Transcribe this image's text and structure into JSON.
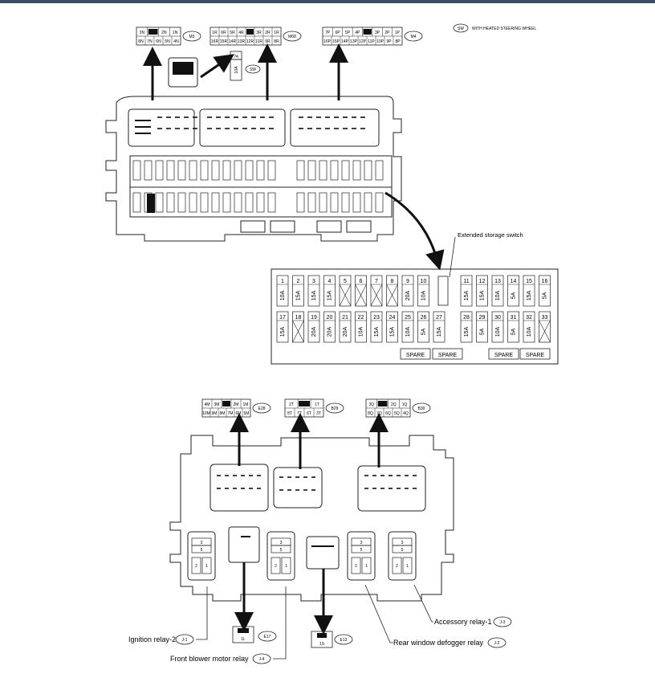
{
  "heated_sw_legend": {
    "code": "SW",
    "text": "WITH HEATED STEERING WHEEL"
  },
  "connectors_top": [
    {
      "id": "M3",
      "row1": [
        "3N",
        "",
        "2N",
        "1N"
      ],
      "row2": [
        "8N",
        "7N",
        "6N",
        "5N",
        "4N"
      ]
    },
    {
      "id": "M68",
      "row1": [
        "1R",
        "6R",
        "5R",
        "4R",
        "",
        "3R",
        "2R",
        "1R"
      ],
      "row2": [
        "16R",
        "15R",
        "14R",
        "13R",
        "12R",
        "11R",
        "9R",
        "8R"
      ]
    },
    {
      "id": "M4",
      "row1": [
        "7P",
        "6P",
        "5P",
        "4P",
        "",
        "3P",
        "2P",
        "1P"
      ],
      "row2": [
        "16P",
        "15P",
        "14P",
        "13P",
        "12P",
        "11P",
        "10P",
        "9P",
        "8P"
      ]
    }
  ],
  "fuse_74": {
    "number": "74",
    "rating": "10A",
    "tag": "SW"
  },
  "extended_storage_label": "Extended storage switch",
  "fuse_panel": {
    "row1": [
      {
        "n": "1",
        "a": "10A"
      },
      {
        "n": "2",
        "a": "15A"
      },
      {
        "n": "3",
        "a": "15A"
      },
      {
        "n": "4",
        "a": "15A"
      },
      {
        "n": "5",
        "a": ""
      },
      {
        "n": "6",
        "a": ""
      },
      {
        "n": "7",
        "a": ""
      },
      {
        "n": "8",
        "a": ""
      },
      {
        "n": "9",
        "a": "20A"
      },
      {
        "n": "10",
        "a": "10A"
      },
      {
        "n": "11",
        "a": "15A"
      },
      {
        "n": "12",
        "a": "15A"
      },
      {
        "n": "13",
        "a": "10A"
      },
      {
        "n": "14",
        "a": "5A"
      },
      {
        "n": "15",
        "a": "15A"
      },
      {
        "n": "16",
        "a": "5A"
      }
    ],
    "row2": [
      {
        "n": "17",
        "a": "15A"
      },
      {
        "n": "18",
        "a": ""
      },
      {
        "n": "19",
        "a": "20A"
      },
      {
        "n": "20",
        "a": "20A"
      },
      {
        "n": "21",
        "a": "20A"
      },
      {
        "n": "22",
        "a": "10A"
      },
      {
        "n": "23",
        "a": "15A"
      },
      {
        "n": "24",
        "a": "15A"
      },
      {
        "n": "25",
        "a": "10A"
      },
      {
        "n": "26",
        "a": "5A"
      },
      {
        "n": "27",
        "a": "15A"
      },
      {
        "n": "28",
        "a": "15A"
      },
      {
        "n": "29",
        "a": "5A"
      },
      {
        "n": "30",
        "a": "10A"
      },
      {
        "n": "31",
        "a": "5A"
      },
      {
        "n": "32",
        "a": "10A"
      },
      {
        "n": "33",
        "a": ""
      }
    ],
    "spare": [
      "SPARE",
      "SPARE",
      "SPARE",
      "SPARE"
    ]
  },
  "connectors_bottom": [
    {
      "id": "E28",
      "row1": [
        "4M",
        "3M",
        "",
        "2M",
        "1M"
      ],
      "row2": [
        "10M",
        "9M",
        "8M",
        "7M",
        "6M",
        "5M"
      ]
    },
    {
      "id": "B29",
      "row1": [
        "2T",
        "",
        "1T"
      ],
      "row2": [
        "8T",
        "7T",
        "6T",
        "3T"
      ]
    },
    {
      "id": "B30",
      "row1": [
        "3Q",
        "",
        "2Q",
        "1Q"
      ],
      "row2": [
        "8Q",
        "7Q",
        "6Q",
        "5Q",
        "4Q"
      ]
    }
  ],
  "relay_pins": {
    "top": "3",
    "mid": "5",
    "bl": "2",
    "br": "1"
  },
  "e17": {
    "pin": "1L",
    "id": "E17"
  },
  "e13": {
    "pin": "1S",
    "id": "E13"
  },
  "callouts": {
    "ignition_relay": "Ignition relay-2",
    "ignition_code": "J-1",
    "front_blower": "Front blower motor relay",
    "front_blower_code": "J-4",
    "rear_defogger": "Rear window defogger relay",
    "rear_defogger_code": "J-2",
    "accessory": "Accessory relay-1",
    "accessory_code": "J-3"
  }
}
